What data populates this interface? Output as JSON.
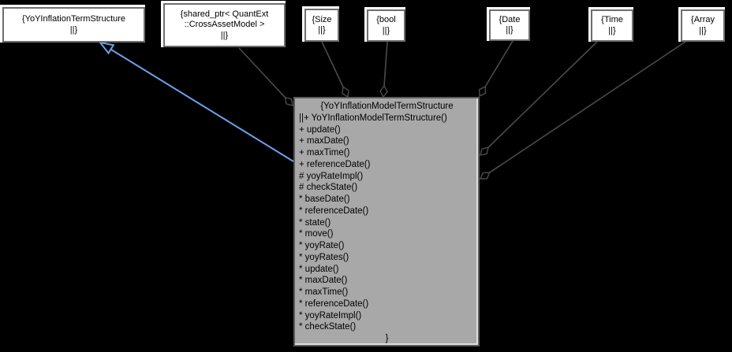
{
  "diagram": {
    "type": "uml-collaboration-graph",
    "colors": {
      "background": "#000000",
      "node_fill": "#ffffff",
      "node_border": "#6e6e6e",
      "node_highlight": "#ffffff",
      "central_fill": "#a8a8a8",
      "central_border": "#5a5a5a",
      "edge": "#4b4b4b",
      "inheritance_edge": "#6ba1e8",
      "text": "#000000"
    }
  },
  "nodes": {
    "yoy_inflation_term_structure": {
      "lines": [
        "{YoYInflationTermStructure",
        "||}"
      ]
    },
    "shared_ptr_cross_asset_model": {
      "lines": [
        "{shared_ptr< QuantExt",
        "::CrossAssetModel >",
        "||}"
      ]
    },
    "size": {
      "lines": [
        "{Size",
        "||}"
      ]
    },
    "bool": {
      "lines": [
        "{bool",
        "||}"
      ]
    },
    "date": {
      "lines": [
        "{Date",
        "||}"
      ]
    },
    "time": {
      "lines": [
        "{Time",
        "||}"
      ]
    },
    "array": {
      "lines": [
        "{Array",
        "||}"
      ]
    }
  },
  "central": {
    "header": "{YoYInflationModelTermStructure",
    "members": [
      "||+ YoYInflationModelTermStructure()",
      "+ update()",
      "+ maxDate()",
      "+ maxTime()",
      "+ referenceDate()",
      "# yoyRateImpl()",
      "# checkState()",
      "* baseDate()",
      "* referenceDate()",
      "* state()",
      "* move()",
      "* yoyRate()",
      "* yoyRates()",
      "* update()",
      "* maxDate()",
      "* maxTime()",
      "* referenceDate()",
      "* yoyRateImpl()",
      "* checkState()"
    ],
    "footer": "}"
  },
  "relationships": {
    "inheritance": "YoYInflationModelTermStructure -> YoYInflationTermStructure",
    "aggregations": [
      "shared_ptr< QuantExt::CrossAssetModel >",
      "Size",
      "bool",
      "Date",
      "Time",
      "Array"
    ]
  }
}
